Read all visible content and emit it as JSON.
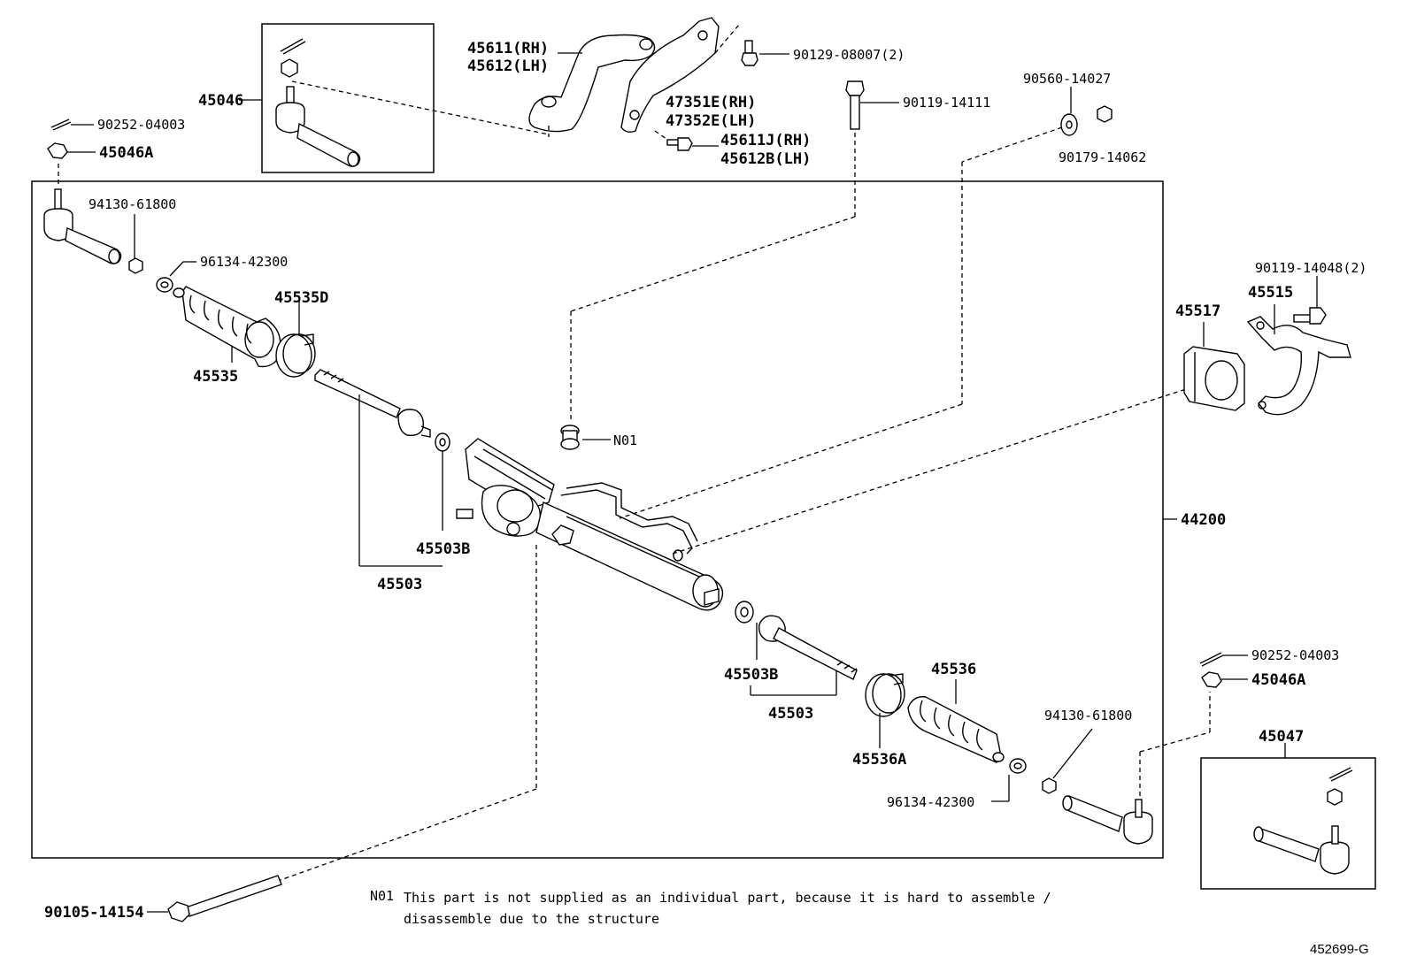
{
  "labels": {
    "l45046": "45046",
    "l45611": "45611(RH)",
    "l45612": "45612(LH)",
    "l90129": "90129-08007(2)",
    "l47351": "47351E(RH)",
    "l47352": "47352E(LH)",
    "l45611J": "45611J(RH)",
    "l45612B": "45612B(LH)",
    "l90119a": "90119-14111",
    "l90560": "90560-14027",
    "l90179": "90179-14062",
    "l90252a": "90252-04003",
    "l45046Aa": "45046A",
    "l94130a": "94130-61800",
    "l96134a": "96134-42300",
    "l45535D": "45535D",
    "l45535": "45535",
    "lN01": "N01",
    "l45503Ba": "45503B",
    "l45503a": "45503",
    "l90119b": "90119-14048(2)",
    "l45515": "45515",
    "l45517": "45517",
    "l44200": "44200",
    "l45503Bb": "45503B",
    "l45503b": "45503",
    "l45536": "45536",
    "l45536A": "45536A",
    "l96134b": "96134-42300",
    "l94130b": "94130-61800",
    "l90252b": "90252-04003",
    "l45046Ab": "45046A",
    "l45047": "45047",
    "l90105": "90105-14154"
  },
  "note": {
    "code": "N01",
    "line1": "This part is not supplied as an individual part, because it is hard to assemble /",
    "line2": "disassemble due to the structure"
  },
  "diagram_id": "452699-G"
}
